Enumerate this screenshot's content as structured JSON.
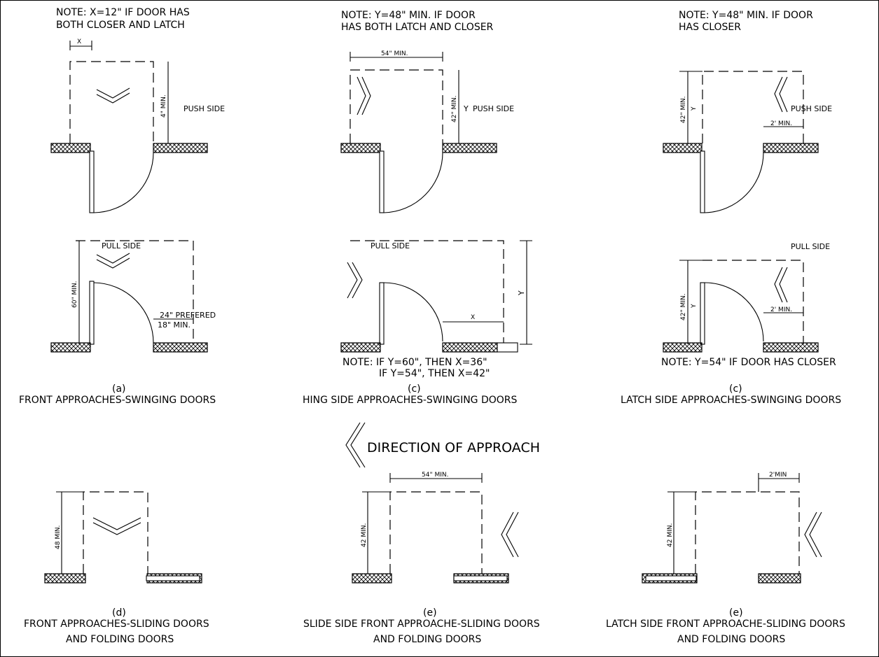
{
  "notes": {
    "a_top": [
      "NOTE: X=12\" IF DOOR HAS",
      "BOTH CLOSER AND LATCH"
    ],
    "b_top": [
      "NOTE: Y=48\" MIN. IF DOOR",
      "HAS BOTH  LATCH AND CLOSER"
    ],
    "c_top": [
      "NOTE: Y=48\" MIN. IF DOOR",
      "HAS CLOSER"
    ],
    "b_bottom": [
      "NOTE: IF Y=60\", THEN X=36\"",
      "IF Y=54\", THEN X=42\""
    ],
    "c_bottom": "NOTE: Y=54\" IF DOOR HAS CLOSER"
  },
  "labels": {
    "push_side": "PUSH SIDE",
    "pull_side": "PULL SIDE",
    "x": "X",
    "y": "Y",
    "dim_4_min": "4\" MIN.",
    "dim_54_min": "54\" MIN.",
    "dim_42_min": "42\" MIN.",
    "dim_2_min": "2' MIN.",
    "dim_60_min": "60\" MIN.",
    "dim_24_prefered": "24\" PREFERED",
    "dim_18_min": "18\" MIN.",
    "dim_48_min": "48 MIN.",
    "dim_42_min_plain": "42 MIN.",
    "dim_2min": "2'MIN"
  },
  "captions": {
    "a_letter": "(a)",
    "a_title": "FRONT APPROACHES-SWINGING DOORS",
    "b_letter": "(c)",
    "b_title": "HING SIDE APPROACHES-SWINGING DOORS",
    "c_letter": "(c)",
    "c_title": "LATCH SIDE APPROACHES-SWINGING DOORS",
    "d_letter": "(d)",
    "d_title": [
      "FRONT APPROACHES-SLIDING DOORS",
      "AND FOLDING DOORS"
    ],
    "e_letter": "(e)",
    "e_title": [
      "SLIDE SIDE FRONT APPROACHE-SLIDING DOORS",
      "AND FOLDING DOORS"
    ],
    "f_letter": "(e)",
    "f_title": [
      "LATCH SIDE FRONT APPROACHE-SLIDING DOORS",
      "AND FOLDING DOORS"
    ]
  },
  "legend": {
    "direction": "DIRECTION OF APPROACH",
    "icon": "approach-chevron-icon"
  }
}
